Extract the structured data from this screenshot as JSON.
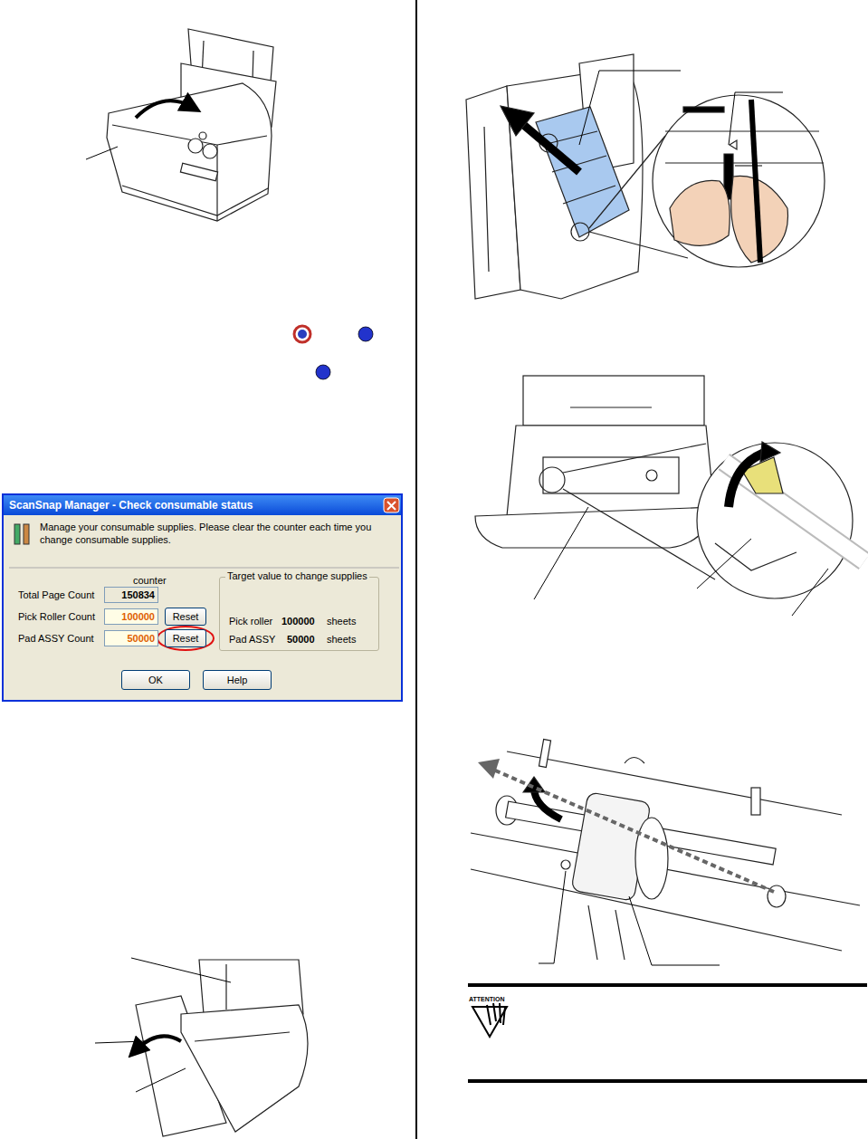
{
  "diagram": {
    "nodes": [
      {
        "text": [
          "ScanSnap Manager - Check consumable status",
          "Manage your consumable supplies. Please clear the counter each time you change consumable supplies."
        ]
      },
      {
        "text": [
          "150834"
        ],
        "in": 0
      },
      {
        "text": [
          "100000"
        ],
        "in": 0
      },
      {
        "text": [
          "Reset"
        ],
        "in": 0
      },
      {
        "text": [
          "50000"
        ],
        "in": 0
      },
      {
        "text": [
          "Reset"
        ],
        "in": 0
      },
      {
        "text": [
          "Target value to change supplies"
        ],
        "in": 0
      },
      {
        "text": [
          "OK"
        ],
        "in": 0
      },
      {
        "text": [
          "Help"
        ],
        "in": 0
      }
    ],
    "labels": [
      "counter",
      "Total Page Count",
      "Pick Roller Count",
      "Pad ASSY Count",
      "Pick roller",
      "100000",
      "sheets",
      "Pad ASSY",
      "50000",
      "sheets",
      "ATTENTION"
    ]
  }
}
